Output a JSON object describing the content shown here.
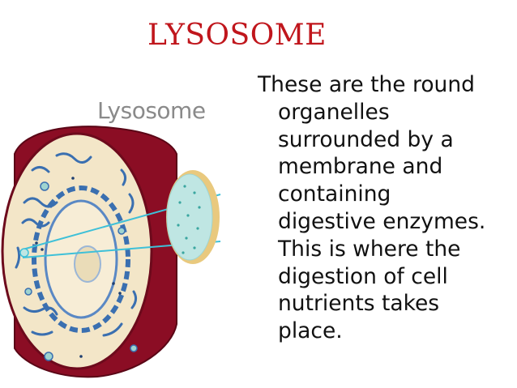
{
  "slide": {
    "title": "LYSOSOME",
    "figure_label": "Lysosome",
    "body_lines": [
      "These are the round",
      "organelles",
      "surrounded by a",
      "membrane and",
      "containing",
      "digestive enzymes.",
      "This is where the",
      "digestion of cell",
      "nutrients takes",
      "place."
    ]
  },
  "colors": {
    "title": "#c0161c",
    "membrane": "#8b0d24",
    "cytoplasm": "#f3e6c8",
    "organelles": "#3a6fb0",
    "lysosome_fill": "#bfe6e3",
    "lysosome_rim": "#e9c97e",
    "pointer": "#3ec0d8"
  }
}
